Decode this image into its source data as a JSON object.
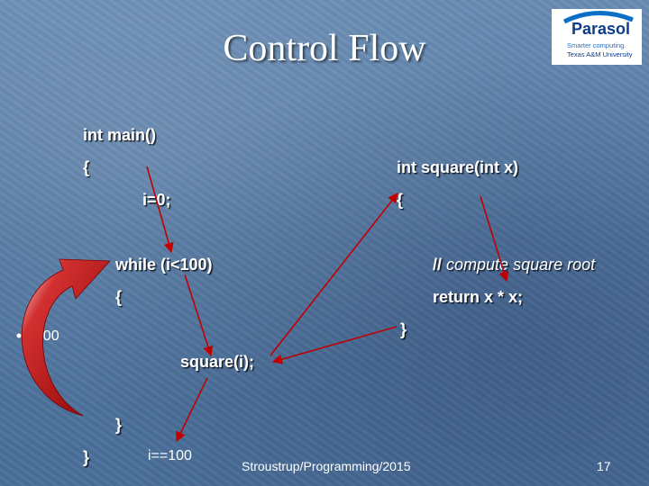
{
  "slide": {
    "title": "Control Flow",
    "code_main": {
      "signature": "int main()",
      "open_brace": "{",
      "init": "i=0;",
      "while_line": "while (i<100)",
      "while_open": "{",
      "call": "square(i);",
      "while_close": "}",
      "close_brace": "}"
    },
    "code_square": {
      "signature": "int square(int x)",
      "open_brace": "{",
      "comment_slashes": "//",
      "comment_text": "compute square root",
      "return_line": "return x * x;",
      "close_brace": "}"
    },
    "loop_label": "i<100",
    "exit_label": "i==100",
    "footer": "Stroustrup/Programming/2015",
    "page_number": "17",
    "logo": {
      "name": "Parasol",
      "tagline_1": "Smarter computing.",
      "tagline_2": "Texas A&M University"
    },
    "colors": {
      "arrow": "#c00000",
      "loop_arrow": "#b01010",
      "text": "#ffffff"
    }
  }
}
